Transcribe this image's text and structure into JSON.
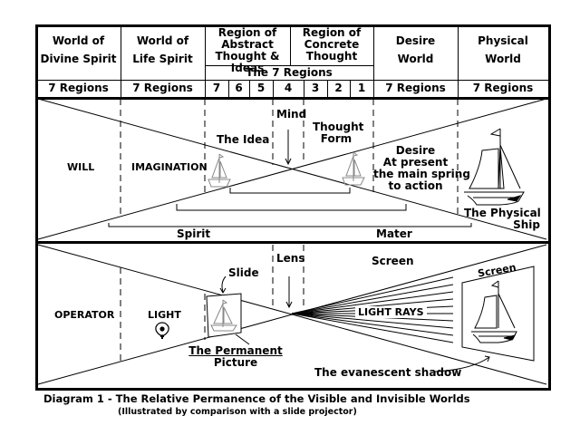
{
  "header": {
    "columns": [
      {
        "title_line1": "World of",
        "title_line2": "Divine Spirit",
        "regions": "7 Regions"
      },
      {
        "title_line1": "World of",
        "title_line2": "Life Spirit",
        "regions": "7 Regions"
      },
      {
        "title_lines": [
          "Region of",
          "Abstract",
          "Thought & Ideas"
        ]
      },
      {
        "title_lines": [
          "Region of",
          "Concrete",
          "Thought"
        ]
      },
      {
        "title_line1": "Desire",
        "title_line2": "World",
        "regions": "7 Regions"
      },
      {
        "title_line1": "Physical",
        "title_line2": "World",
        "regions": "7 Regions"
      }
    ],
    "seven_regions_label": "The 7 Regions",
    "region_numbers": [
      "7",
      "6",
      "5",
      "4",
      "3",
      "2",
      "1"
    ]
  },
  "upper_panel": {
    "will": "WILL",
    "imagination": "IMAGINATION",
    "the_idea": "The Idea",
    "mind": "Mind",
    "thought_form_line1": "Thought",
    "thought_form_line2": "Form",
    "desire_lines": [
      "Desire",
      "At present",
      "the main spring",
      "to action"
    ],
    "physical_ship_line1": "The Physical",
    "physical_ship_line2": "Ship",
    "spirit": "Spirit",
    "mater": "Mater"
  },
  "lower_panel": {
    "operator": "OPERATOR",
    "light": "LIGHT",
    "slide": "Slide",
    "lens": "Lens",
    "screen_top": "Screen",
    "screen_label": "Screen",
    "light_rays": "LIGHT RAYS",
    "permanent_picture_line1": "The Permanent",
    "permanent_picture_line2": "Picture",
    "evanescent_shadow": "The evanescent shadow"
  },
  "icons": {
    "ship": "sailboat-icon",
    "bulb": "light-bulb-icon"
  },
  "caption": {
    "title": "Diagram 1  -  The Relative Permanence of the Visible and Invisible Worlds",
    "subtitle": "(Illustrated by comparison with a slide projector)"
  }
}
